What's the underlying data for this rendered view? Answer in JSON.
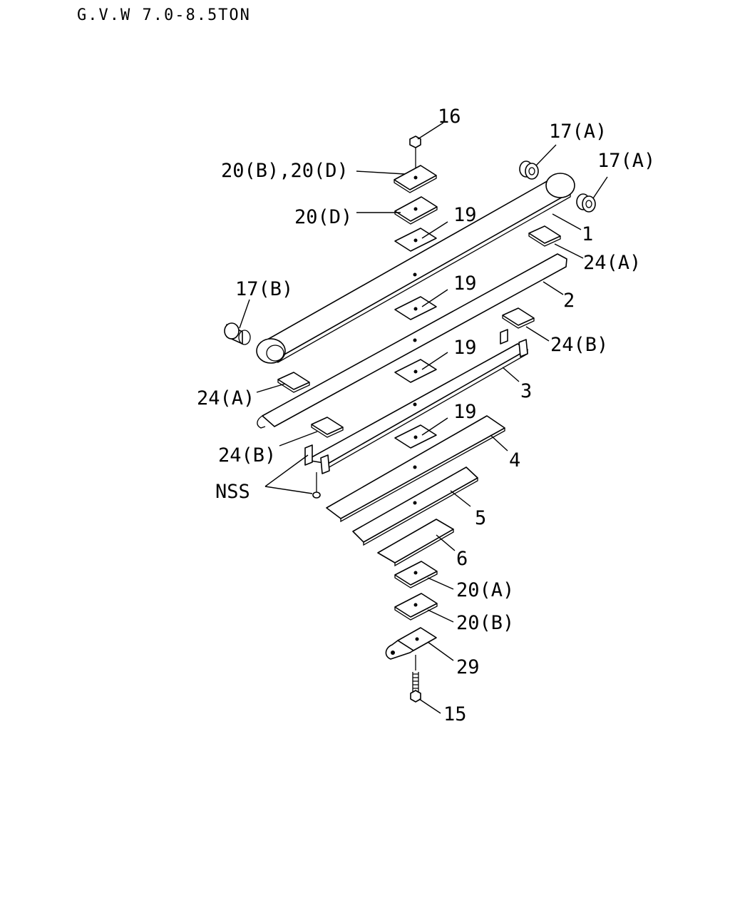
{
  "header": "G.V.W 7.0-8.5TON",
  "callouts": {
    "c16": "16",
    "c17a_1": "17(A)",
    "c17a_2": "17(A)",
    "c20bd": "20(B),20(D)",
    "c20d": "20(D)",
    "c19_1": "19",
    "c1": "1",
    "c24a_1": "24(A)",
    "c17b": "17(B)",
    "c19_2": "19",
    "c2": "2",
    "c24b_1": "24(B)",
    "c19_3": "19",
    "c3": "3",
    "c24a_2": "24(A)",
    "c19_4": "19",
    "c24b_2": "24(B)",
    "c4": "4",
    "cnss": "NSS",
    "c5": "5",
    "c6": "6",
    "c20a": "20(A)",
    "c20b": "20(B)",
    "c29": "29",
    "c15": "15"
  }
}
